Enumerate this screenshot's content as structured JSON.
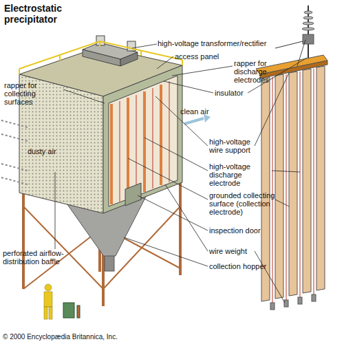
{
  "diagram": {
    "title": "Electrostatic precipitator",
    "labels": [
      "high-voltage transformer/rectifier",
      "access panel",
      "rapper for discharge electrodes",
      "insulator",
      "rapper for collecting surfaces",
      "dusty air",
      "clean air",
      "high-voltage wire support",
      "high-voltage discharge electrode",
      "grounded collecting surface (collection electrode)",
      "inspection door",
      "perforated airflow-distribution baffle",
      "wire weight",
      "collection hopper",
      "© 2000 Encyclopædia Britannica, Inc."
    ]
  }
}
